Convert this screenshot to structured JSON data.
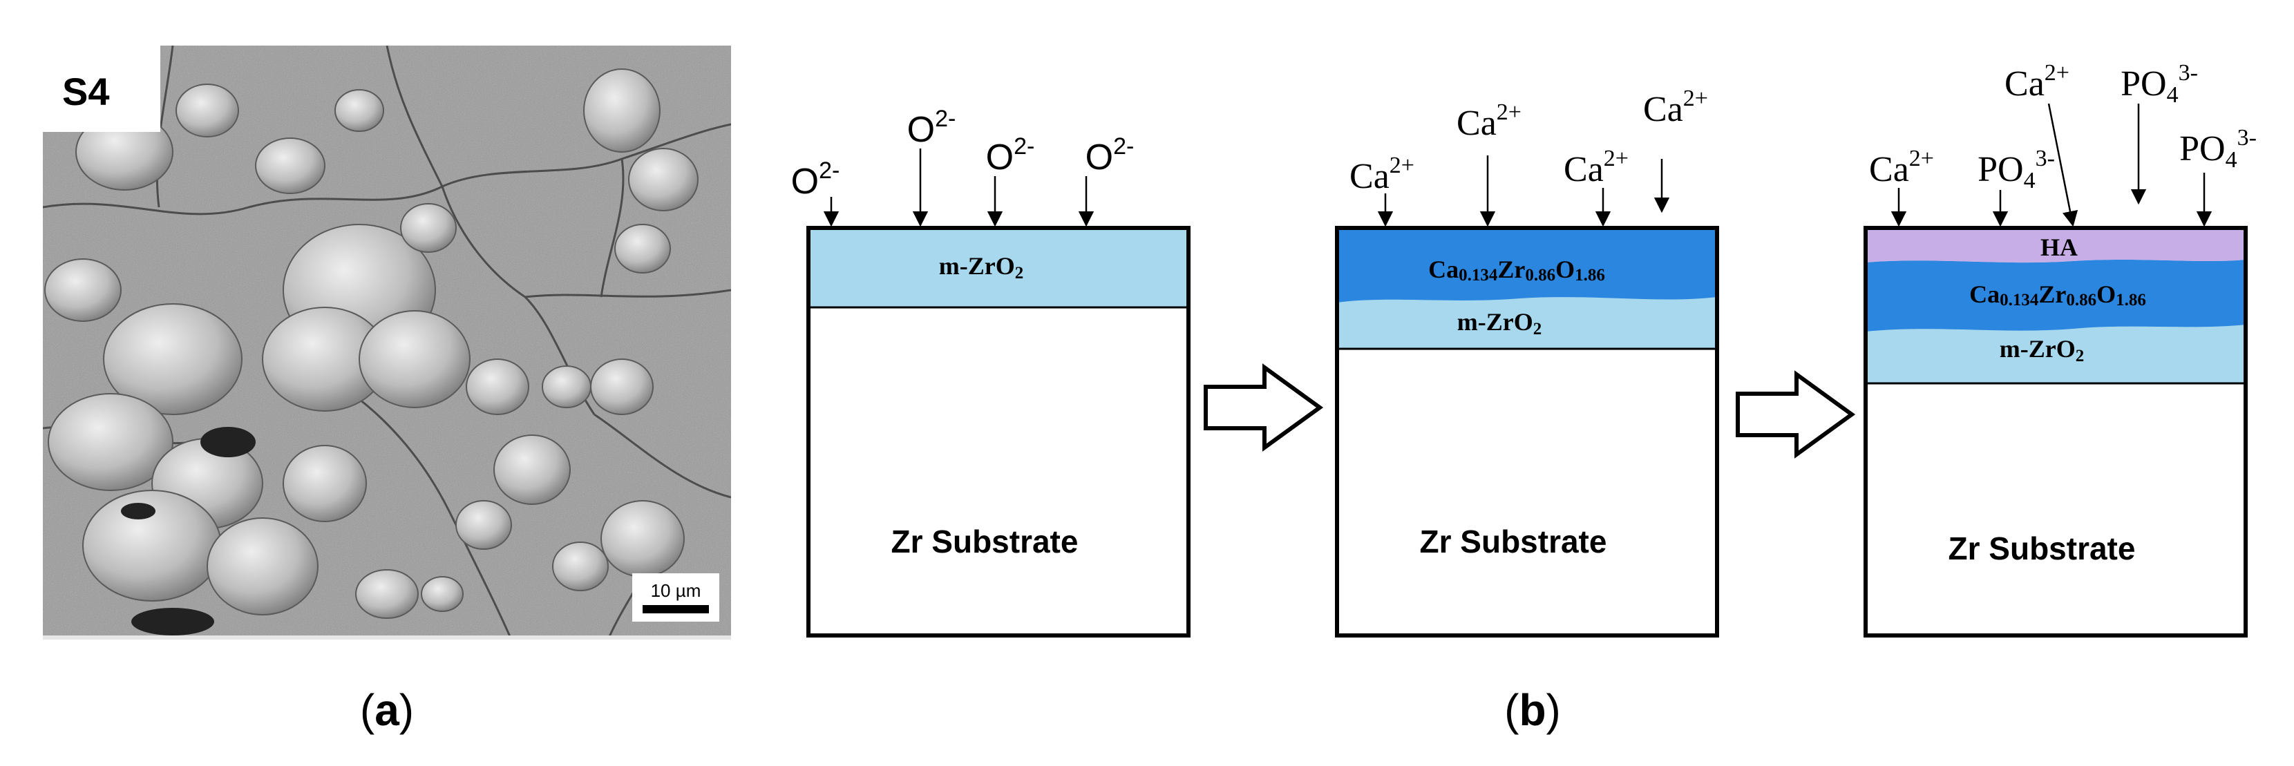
{
  "micrograph": {
    "tag": "S4",
    "scale_bar": "10 µm"
  },
  "panel_labels": {
    "a": "a",
    "b": "b"
  },
  "arrows": [
    "process-arrow-1",
    "process-arrow-2"
  ],
  "stages": [
    {
      "ions": [
        {
          "base": "O",
          "charge": "2-"
        },
        {
          "base": "O",
          "charge": "2-"
        },
        {
          "base": "O",
          "charge": "2-"
        },
        {
          "base": "O",
          "charge": "2-"
        }
      ],
      "layers": [
        {
          "label_parts": [
            "m-ZrO",
            "2"
          ],
          "color": "#a8d8ee"
        }
      ],
      "substrate": "Zr Substrate"
    },
    {
      "ions": [
        {
          "base": "Ca",
          "charge": "2+"
        },
        {
          "base": "Ca",
          "charge": "2+"
        },
        {
          "base": "Ca",
          "charge": "2+"
        },
        {
          "base": "Ca",
          "charge": "2+"
        }
      ],
      "layers": [
        {
          "label_parts": [
            "Ca",
            "0.134",
            "Zr",
            "0.86",
            "O",
            "1.86"
          ],
          "color": "#2a86de"
        },
        {
          "label_parts": [
            "m-ZrO",
            "2"
          ],
          "color": "#a8d8ee"
        }
      ],
      "substrate": "Zr Substrate"
    },
    {
      "ions": [
        {
          "base": "Ca",
          "charge": "2+"
        },
        {
          "base": "PO",
          "sub": "4",
          "charge": "3-"
        },
        {
          "base": "Ca",
          "charge": "2+"
        },
        {
          "base": "PO",
          "sub": "4",
          "charge": "3-"
        },
        {
          "base": "PO",
          "sub": "4",
          "charge": "3-"
        }
      ],
      "layers": [
        {
          "label_parts": [
            "HA"
          ],
          "color": "#c7aee6"
        },
        {
          "label_parts": [
            "Ca",
            "0.134",
            "Zr",
            "0.86",
            "O",
            "1.86"
          ],
          "color": "#2a86de"
        },
        {
          "label_parts": [
            "m-ZrO",
            "2"
          ],
          "color": "#a8d8ee"
        }
      ],
      "substrate": "Zr Substrate"
    }
  ],
  "colors": {
    "ha": "#c7aee6",
    "ca_zr_oxide": "#2a86de",
    "m_zro2": "#a8d8ee",
    "outline": "#000000"
  }
}
